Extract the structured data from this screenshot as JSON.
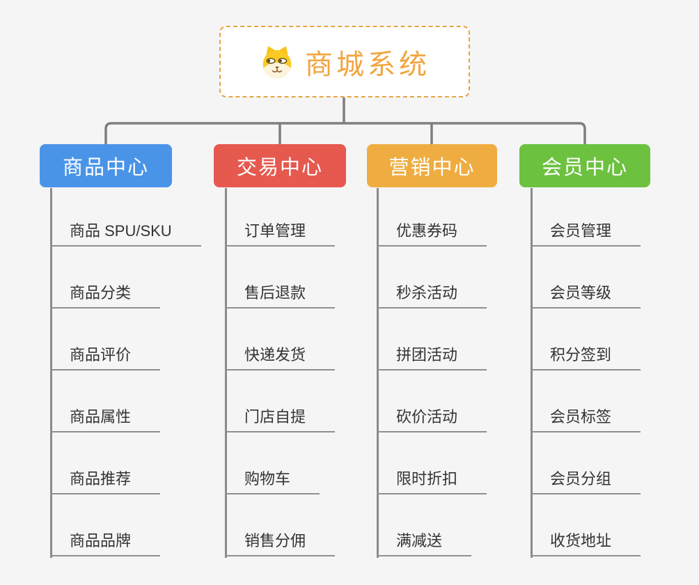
{
  "root": {
    "title": "商城系统",
    "icon": "doge-icon",
    "title_color": "#f1a53f",
    "border_color": "#e7a33d"
  },
  "branches": [
    {
      "label": "商品中心",
      "color": "#4a94e8",
      "children": [
        "商品 SPU/SKU",
        "商品分类",
        "商品评价",
        "商品属性",
        "商品推荐",
        "商品品牌"
      ]
    },
    {
      "label": "交易中心",
      "color": "#e6594f",
      "children": [
        "订单管理",
        "售后退款",
        "快递发货",
        "门店自提",
        "购物车",
        "销售分佣"
      ]
    },
    {
      "label": "营销中心",
      "color": "#efad41",
      "children": [
        "优惠券码",
        "秒杀活动",
        "拼团活动",
        "砍价活动",
        "限时折扣",
        "满减送"
      ]
    },
    {
      "label": "会员中心",
      "color": "#6cc23f",
      "children": [
        "会员管理",
        "会员等级",
        "积分签到",
        "会员标签",
        "会员分组",
        "收货地址"
      ]
    }
  ],
  "colors": {
    "background": "#f5f5f6",
    "connector": "#7e7e7e",
    "leaf_underline": "#8f8f8f",
    "leaf_text": "#333333"
  }
}
